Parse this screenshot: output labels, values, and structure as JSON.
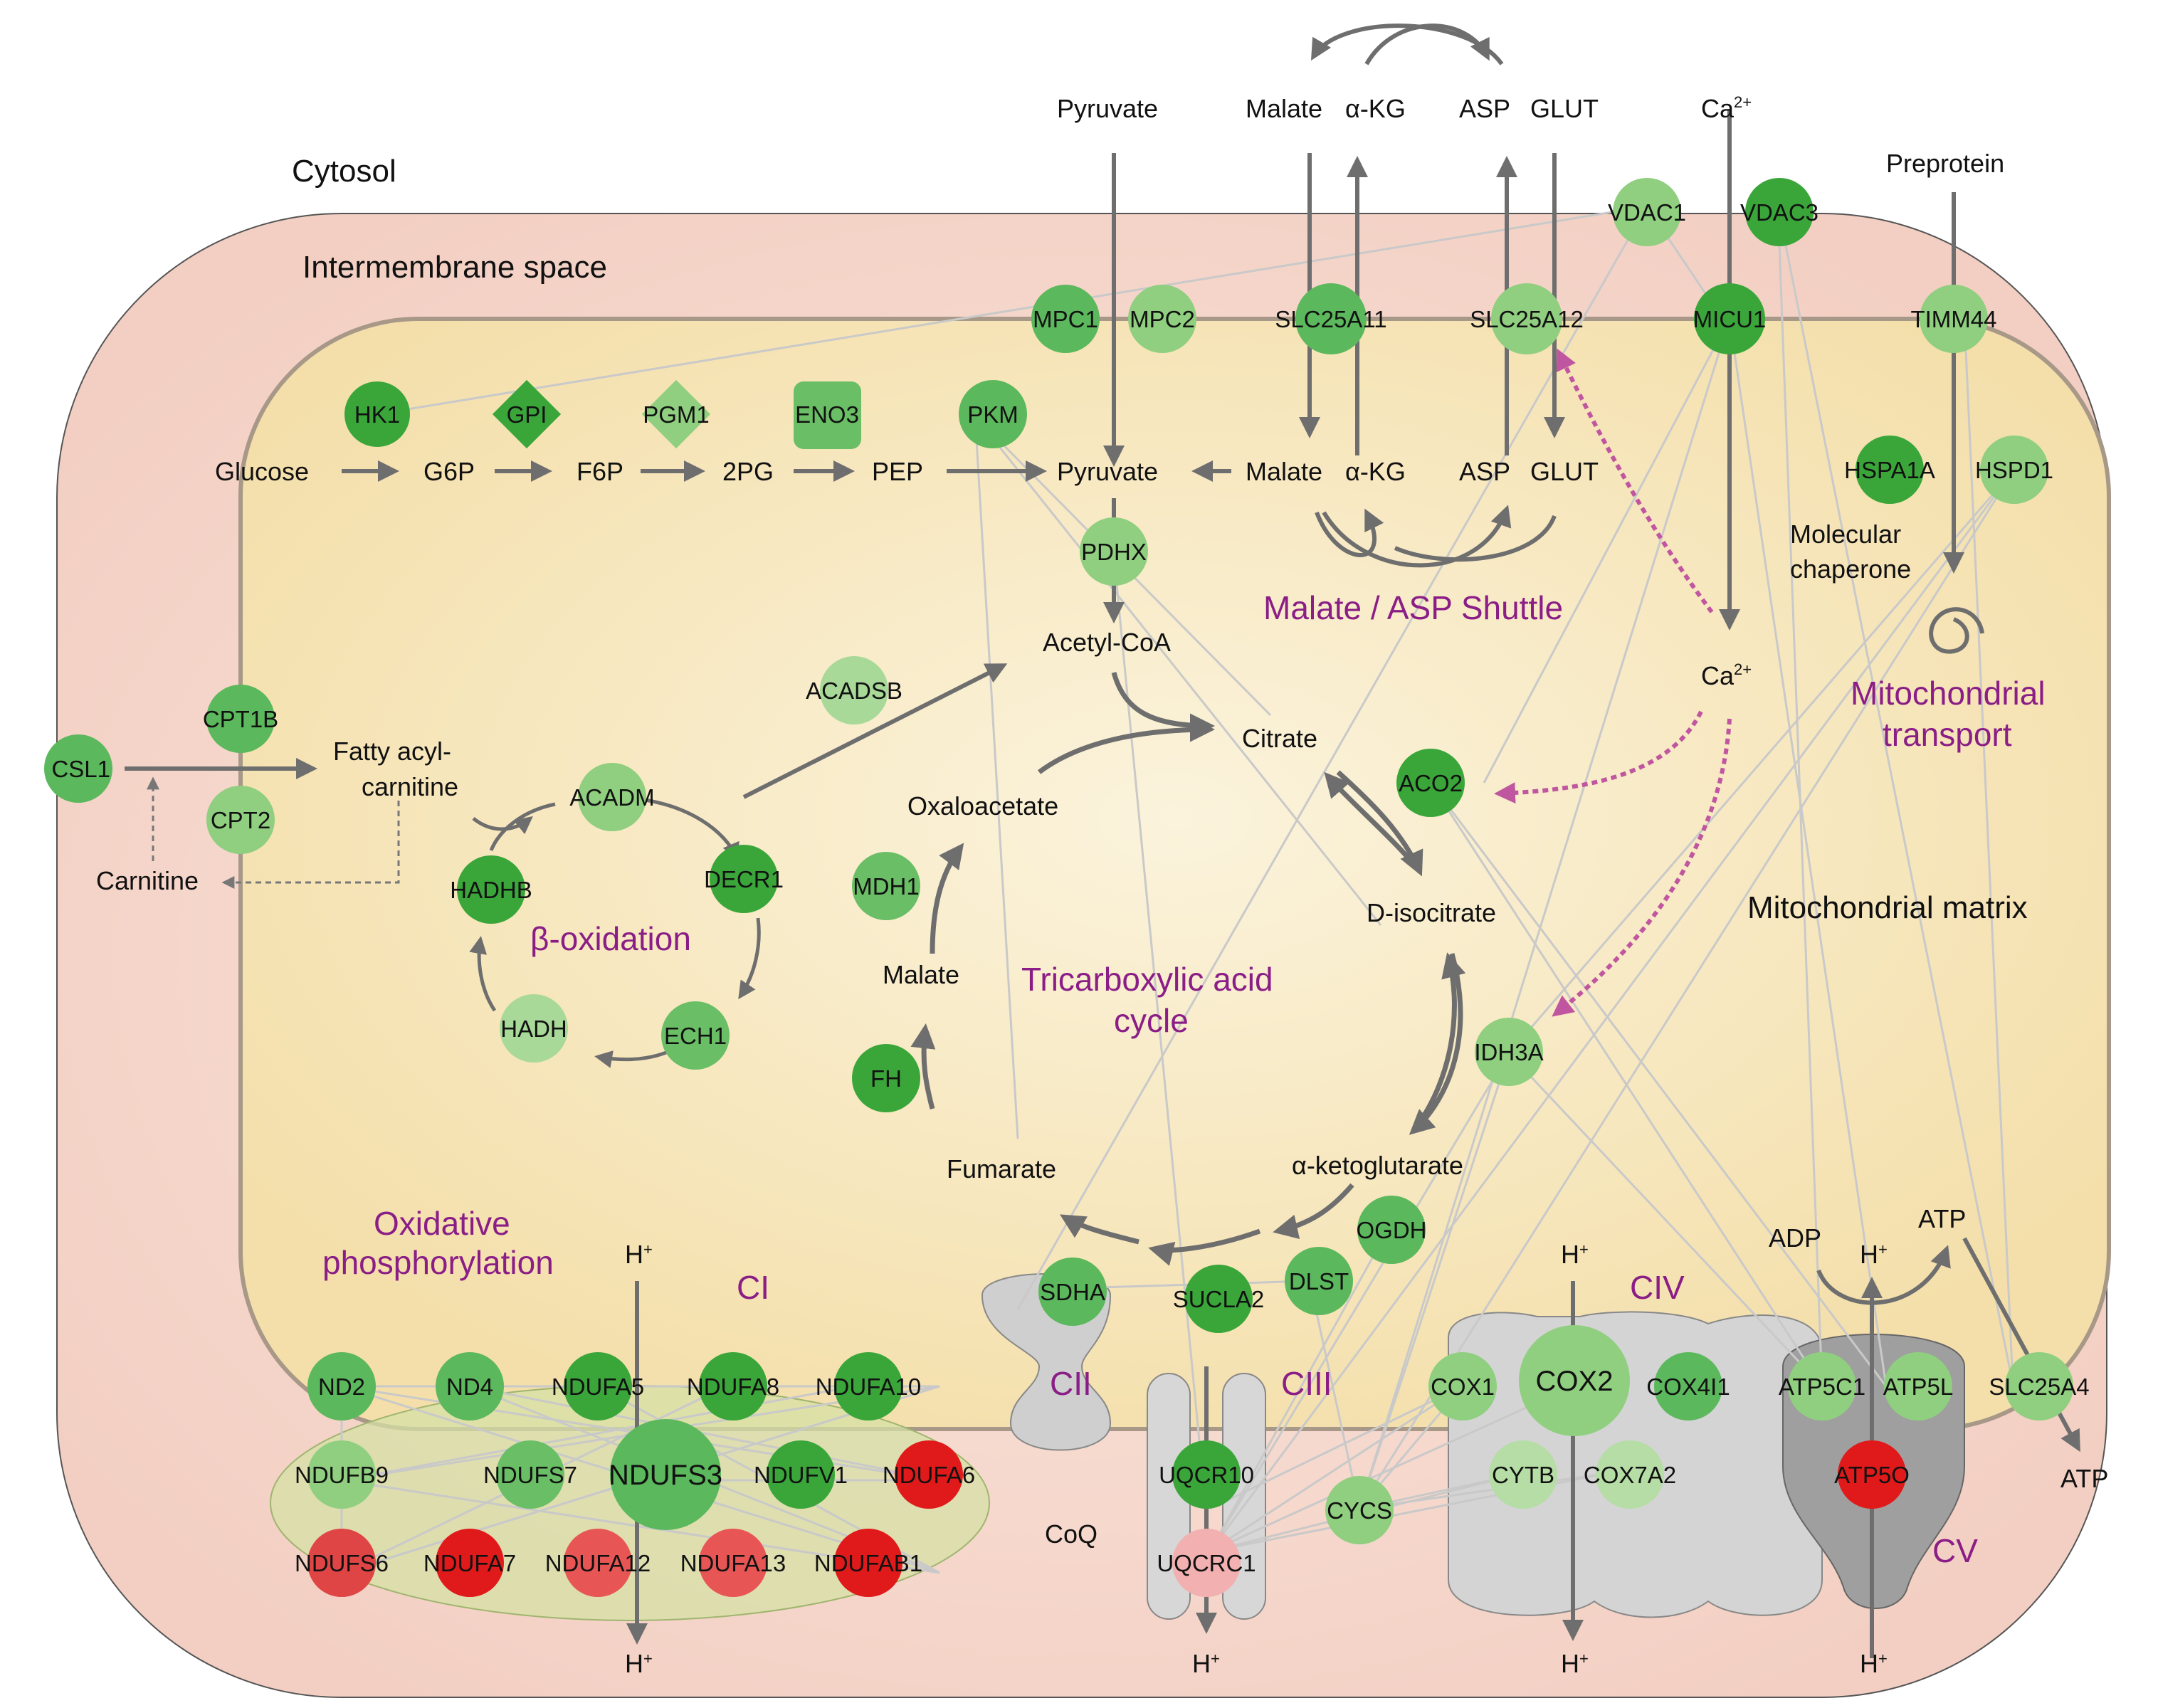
{
  "regions": {
    "cytosol": "Cytosol",
    "intermembrane": "Intermembrane space",
    "matrix": "Mitochondrial matrix"
  },
  "pathways": {
    "malate_asp": "Malate / ASP Shuttle",
    "mito_transport_1": "Mitochondrial",
    "mito_transport_2": "transport",
    "beta_ox": "β-oxidation",
    "tca_1": "Tricarboxylic acid",
    "tca_2": "cycle",
    "oxphos_1": "Oxidative",
    "oxphos_2": "phosphorylation"
  },
  "complexes": {
    "ci": "CI",
    "cii": "CII",
    "ciii": "CIII",
    "civ": "CIV",
    "cv": "CV"
  },
  "metabolites": {
    "pyruvate_out": "Pyruvate",
    "malate_out": "Malate",
    "akg_out": "α-KG",
    "asp_out": "ASP",
    "glut_out": "GLUT",
    "ca_out": "Ca",
    "preprotein": "Preprotein",
    "glucose": "Glucose",
    "g6p": "G6P",
    "f6p": "F6P",
    "pg2": "2PG",
    "pep": "PEP",
    "pyruvate_in": "Pyruvate",
    "malate_in": "Malate",
    "akg_in": "α-KG",
    "asp_in": "ASP",
    "glut_in": "GLUT",
    "molecular_chaperone_1": "Molecular",
    "molecular_chaperone_2": "chaperone",
    "acetyl_coa": "Acetyl-CoA",
    "citrate": "Citrate",
    "ca_in": "Ca",
    "fatty_acyl_1": "Fatty acyl-",
    "fatty_acyl_2": "carnitine",
    "carnitine": "Carnitine",
    "oxaloacetate": "Oxaloacetate",
    "d_isocitrate": "D-isocitrate",
    "malate_tca": "Malate",
    "fumarate": "Fumarate",
    "akg_tca": "α-ketoglutarate",
    "adp": "ADP",
    "atp_in": "ATP",
    "atp_out": "ATP",
    "coq": "CoQ",
    "h_plus": "H",
    "ca_sup": "2+",
    "h_sup": "+"
  },
  "nodes": {
    "vdac1": "VDAC1",
    "vdac3": "VDAC3",
    "mpc1": "MPC1",
    "mpc2": "MPC2",
    "slc25a11": "SLC25A11",
    "slc25a12": "SLC25A12",
    "micu1": "MICU1",
    "timm44": "TIMM44",
    "hk1": "HK1",
    "gpi": "GPI",
    "pgm1": "PGM1",
    "eno3": "ENO3",
    "pkm": "PKM",
    "hspa1a": "HSPA1A",
    "hspd1": "HSPD1",
    "pdhx": "PDHX",
    "acadsb": "ACADSB",
    "cpt1b": "CPT1B",
    "cpt2": "CPT2",
    "acsl1": "CSL1",
    "acadm": "ACADM",
    "hadhb": "HADHB",
    "decr1": "DECR1",
    "hadh": "HADH",
    "ech1": "ECH1",
    "aco2": "ACO2",
    "mdh1": "MDH1",
    "fh": "FH",
    "idh3a": "IDH3A",
    "ogdh": "OGDH",
    "dlst": "DLST",
    "sdha": "SDHA",
    "sucla2": "SUCLA2",
    "nd2": "ND2",
    "nd4": "ND4",
    "ndufa5": "NDUFA5",
    "ndufa8": "NDUFA8",
    "ndufa10": "NDUFA10",
    "ndufb9": "NDUFB9",
    "ndufs7": "NDUFS7",
    "ndufs3": "NDUFS3",
    "ndufv1": "NDUFV1",
    "ndufa6": "NDUFA6",
    "ndufs6": "NDUFS6",
    "ndufa7": "NDUFA7",
    "ndufa12": "NDUFA12",
    "ndufa13": "NDUFA13",
    "ndufab1": "NDUFAB1",
    "uqcr10": "UQCR10",
    "uqcrc1": "UQCRC1",
    "cycs": "CYCS",
    "cox1": "COX1",
    "cox2": "COX2",
    "cox4i1": "COX4I1",
    "cytb": "CYTB",
    "cox7a2": "COX7A2",
    "atp5c1": "ATP5C1",
    "atp5l": "ATP5L",
    "atp5o": "ATP5O",
    "slc25a4": "SLC25A4"
  },
  "colors": {
    "dark_green": "#3aa63a",
    "mid_green": "#5cb85c",
    "light_green": "#8fcf7f",
    "pale_green": "#b5ddA5",
    "red": "#e01a1a",
    "light_red": "#e85555",
    "pink": "#f2b0b0",
    "purple_text": "#8a1e86",
    "outer_membrane": "#f5d5c8",
    "matrix": "#f7e6bd"
  }
}
